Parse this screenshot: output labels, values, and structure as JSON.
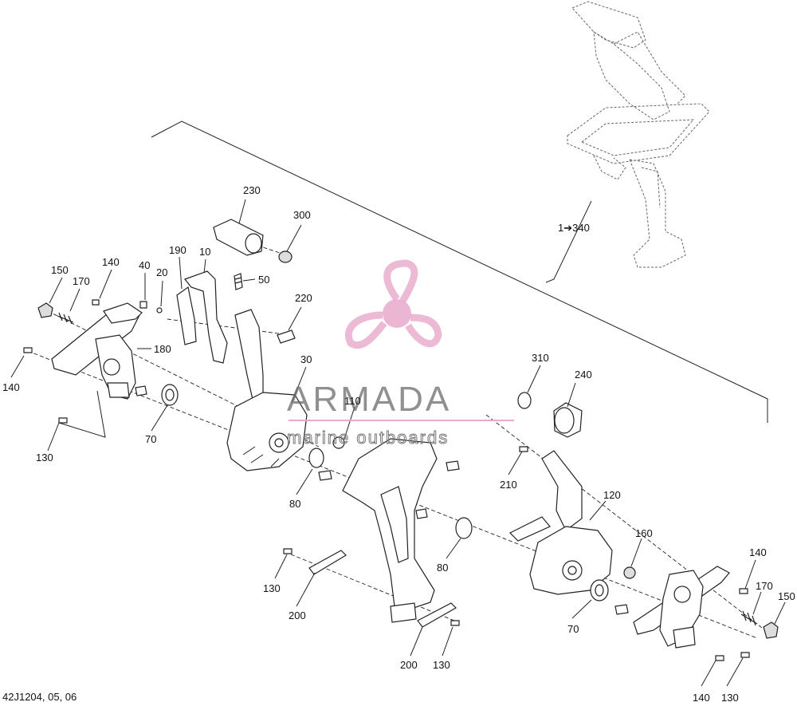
{
  "diagram": {
    "callouts": {
      "c230": "230",
      "c300": "300",
      "c190": "190",
      "c10": "10",
      "c50": "50",
      "c40": "40",
      "c20": "20",
      "c140a": "140",
      "c150a": "150",
      "c170a": "170",
      "c180": "180",
      "c220": "220",
      "c140b": "140",
      "c30": "30",
      "c110": "110",
      "c70a": "70",
      "c130a": "130",
      "c80a": "80",
      "c130b": "130",
      "c200a": "200",
      "c200b": "200",
      "c130c": "130",
      "c80b": "80",
      "c340": "1➔340",
      "c310": "310",
      "c240": "240",
      "c210": "210",
      "c120": "120",
      "c160": "160",
      "c70b": "70",
      "c140c": "140",
      "c170b": "170",
      "c150b": "150",
      "c140d": "140",
      "c130d": "130"
    },
    "footer_code": "42J1204, 05, 06"
  },
  "watermark": {
    "brand": "ARMADA",
    "tagline": "marine outboards",
    "logo_color": "#e8a9cc"
  }
}
